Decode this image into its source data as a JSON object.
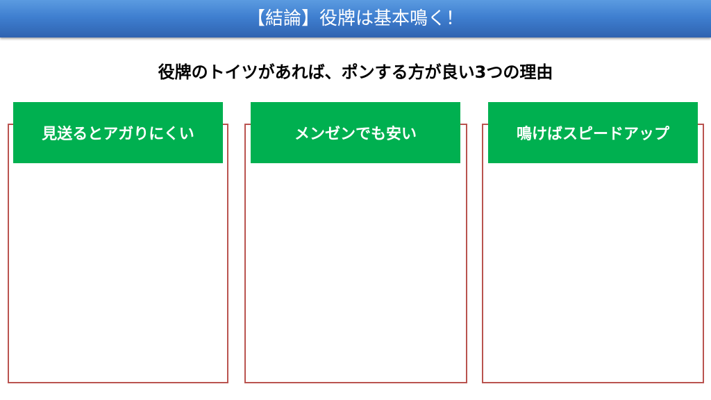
{
  "title": "【結論】役牌は基本鳴く！",
  "subtitle": "役牌のトイツがあれば、ポンする方が良い3つの理由",
  "reasons": [
    {
      "label": "見送るとアガりにくい"
    },
    {
      "label": "メンゼンでも安い"
    },
    {
      "label": "鳴けばスピードアップ"
    }
  ],
  "colors": {
    "header_green": "#00b050",
    "border_red": "#b9534f",
    "title_blue": "#3f7fd0"
  }
}
